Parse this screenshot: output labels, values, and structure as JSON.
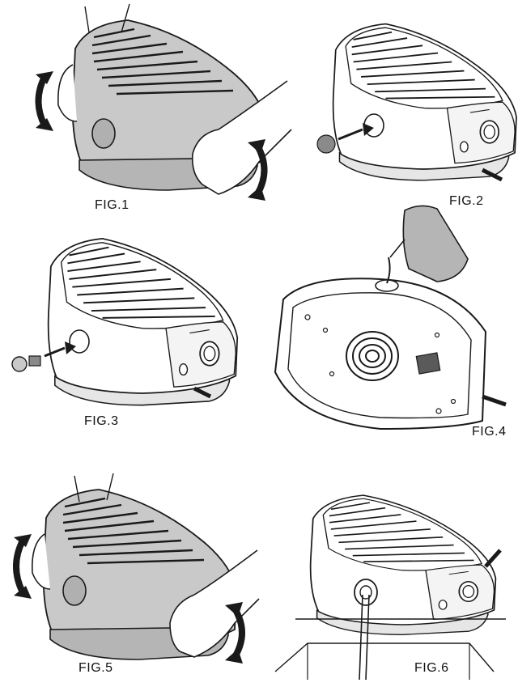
{
  "figures": [
    {
      "caption": "FIG.1"
    },
    {
      "caption": "FIG.2"
    },
    {
      "caption": "FIG.3"
    },
    {
      "caption": "FIG.4"
    },
    {
      "caption": "FIG.5"
    },
    {
      "caption": "FIG.6"
    }
  ],
  "colors": {
    "line": "#1a1a1a",
    "shade": "#c9c9c9",
    "shade_dark": "#8a8a8a",
    "background": "#ffffff"
  }
}
